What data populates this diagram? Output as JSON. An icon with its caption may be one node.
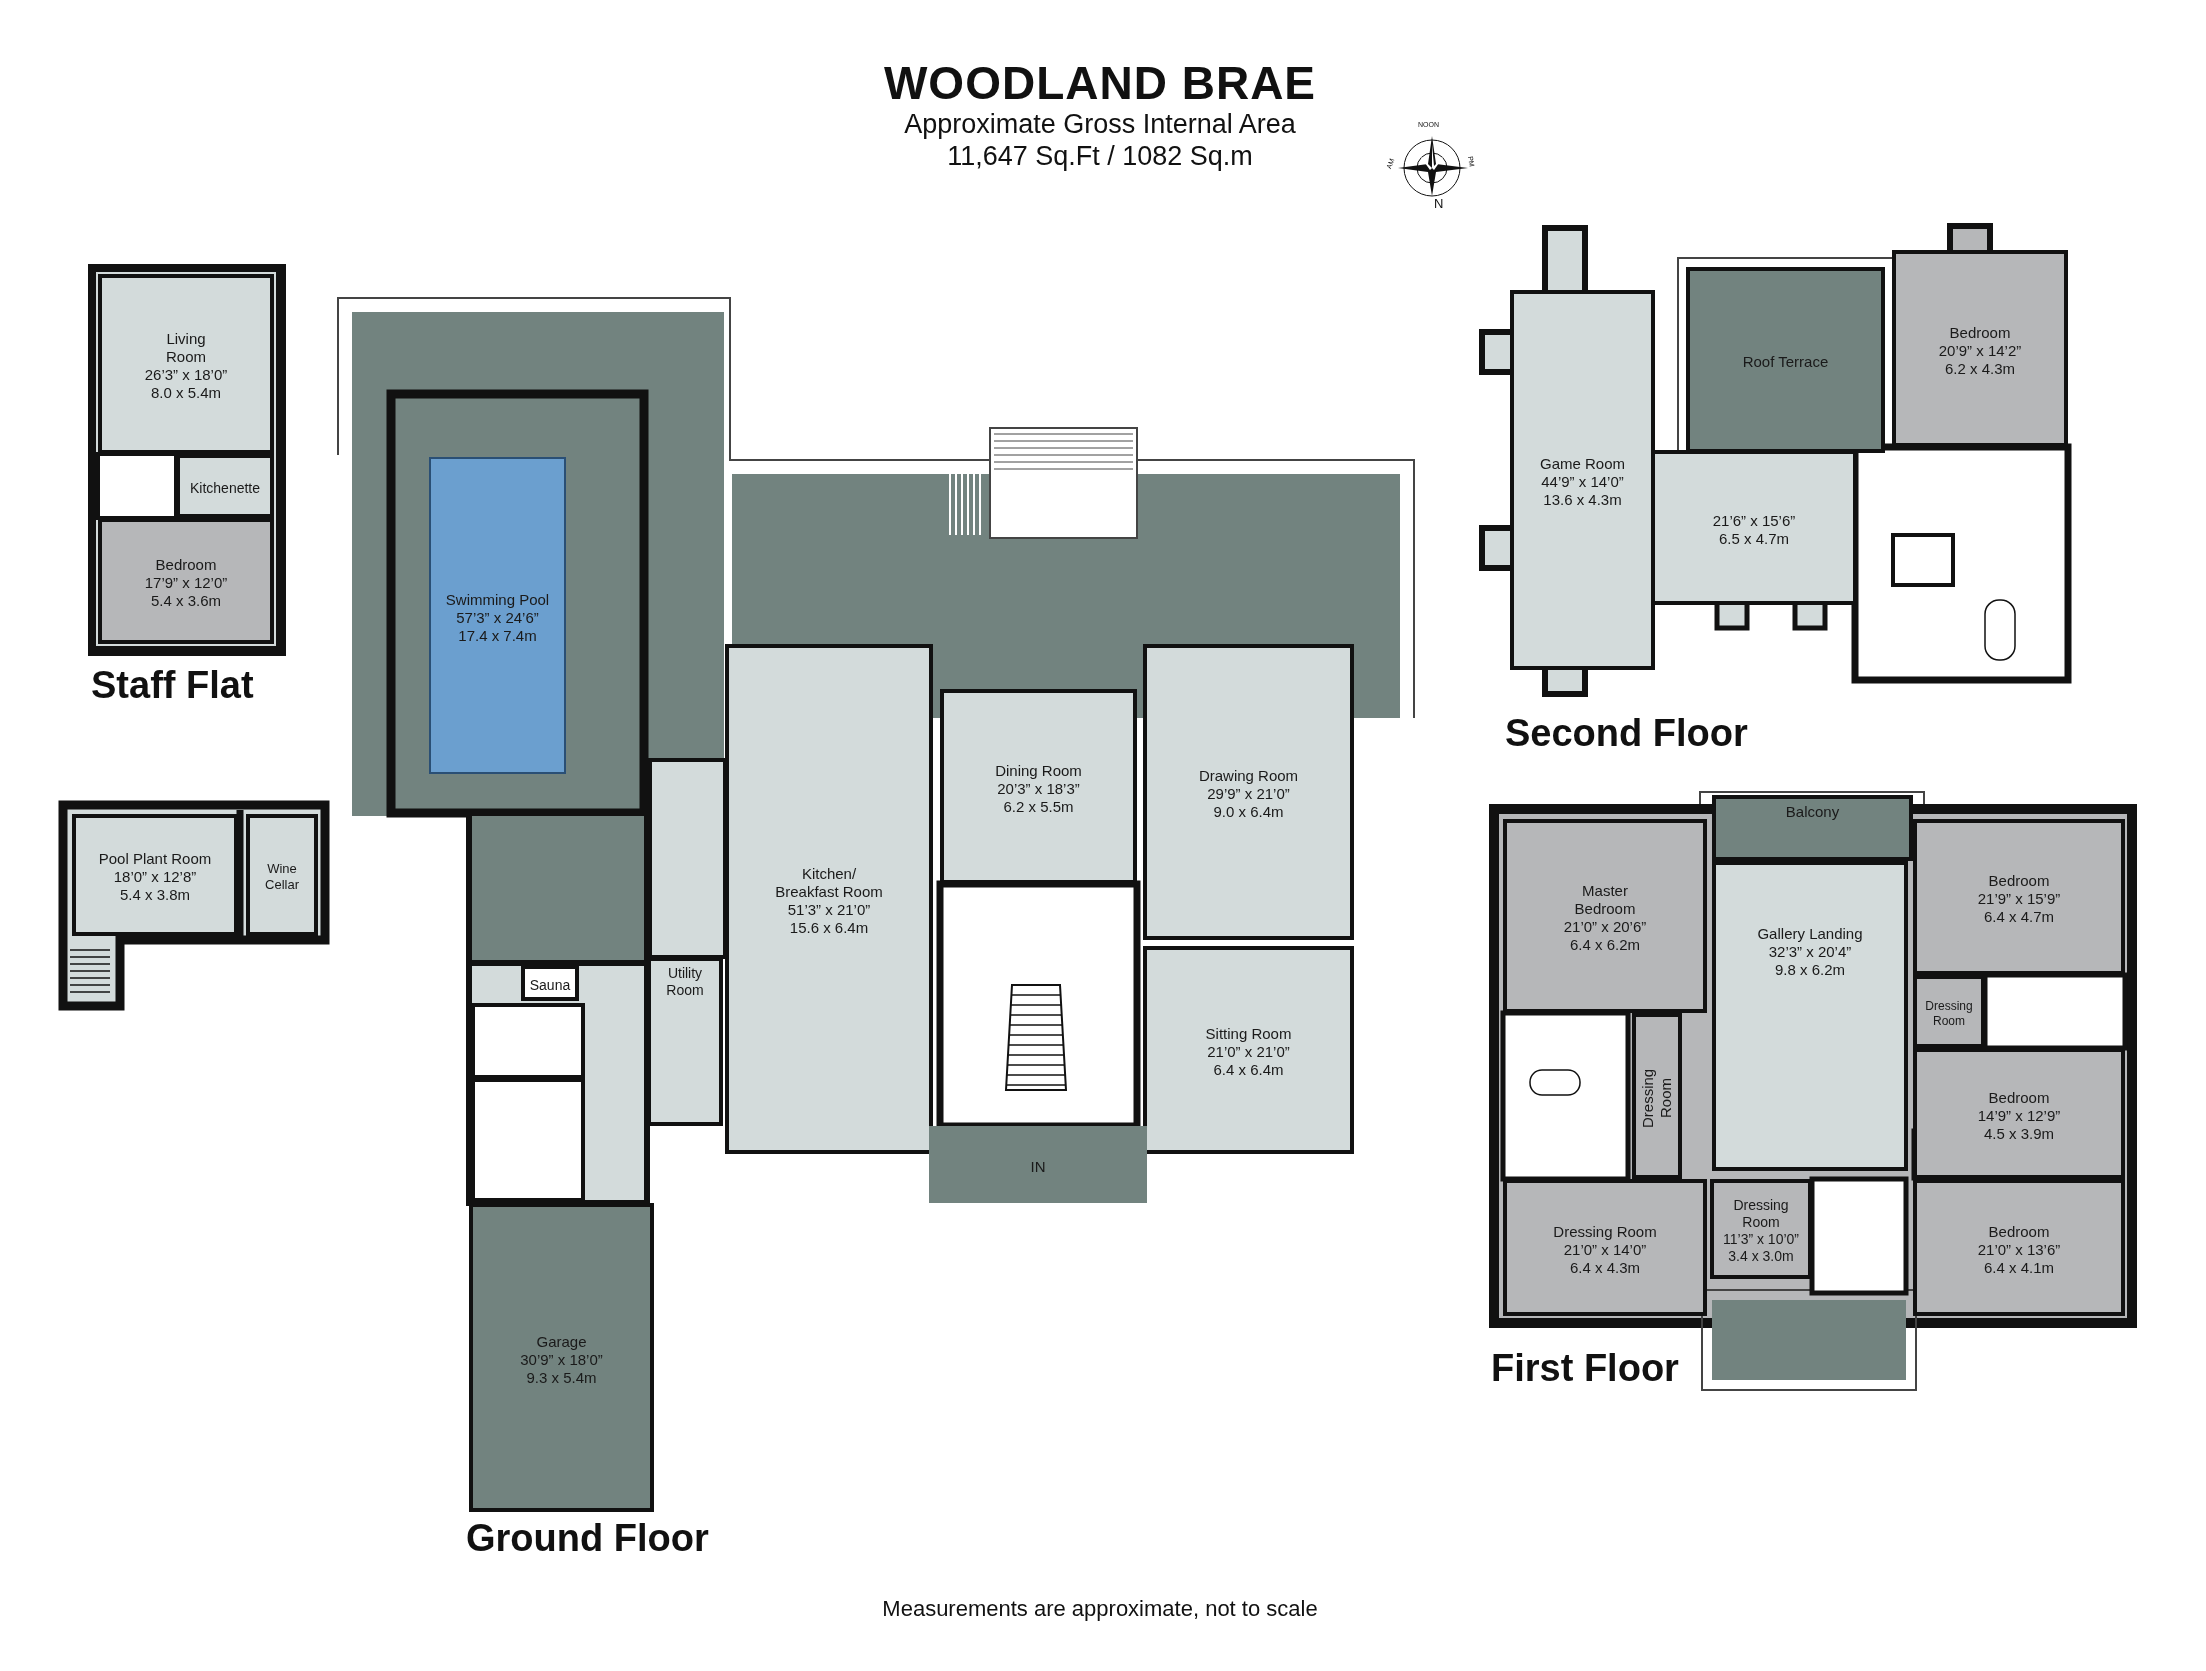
{
  "diagram": {
    "title": "WOODLAND BRAE",
    "caption": "Measurements are approximate, not to scale",
    "nodes": [
      {
        "text": [
          "Staff Flat"
        ]
      },
      {
        "text": [
          "Living Room",
          "26’3” x 18’0”",
          "8.0 x 5.4m"
        ],
        "in": 0
      },
      {
        "text": [
          "Kitchenette"
        ],
        "in": 0
      },
      {
        "text": [
          "Bedroom",
          "17’9” x 12’0”",
          "5.4 x 3.6m"
        ],
        "in": 0
      },
      {
        "text": [
          "Pool Plant Room",
          "18’0” x 12’8”",
          "5.4 x 3.8m"
        ]
      },
      {
        "text": [
          "Wine Cellar"
        ]
      },
      {
        "text": [
          "Ground Floor"
        ]
      },
      {
        "text": [
          "Swimming Pool",
          "57’3” x 24’6”",
          "17.4 x 7.4m"
        ],
        "in": 6
      },
      {
        "text": [
          "Kitchen/ Breakfast Room",
          "51’3” x 21’0”",
          "15.6 x 6.4m"
        ],
        "in": 6
      },
      {
        "text": [
          "Dining Room",
          "20’3” x 18’3”",
          "6.2 x 5.5m"
        ],
        "in": 6
      },
      {
        "text": [
          "Drawing Room",
          "29’9” x 21’0”",
          "9.0 x 6.4m"
        ],
        "in": 6
      },
      {
        "text": [
          "Sauna"
        ],
        "in": 6
      },
      {
        "text": [
          "Utility Room"
        ],
        "in": 6
      },
      {
        "text": [
          "Sitting Room",
          "21’0” x 21’0”",
          "6.4 x 6.4m"
        ],
        "in": 6
      },
      {
        "text": [
          "IN"
        ],
        "in": 6
      },
      {
        "text": [
          "Garage",
          "30’9” x 18’0”",
          "9.3 x 5.4m"
        ],
        "in": 6
      },
      {
        "text": [
          "Second Floor"
        ]
      },
      {
        "text": [
          "Game Room",
          "44’9” x 14’0”",
          "13.6 x 4.3m"
        ],
        "in": 16
      },
      {
        "text": [
          "Roof Terrace"
        ],
        "in": 16
      },
      {
        "text": [
          "Bedroom",
          "20’9” x 14’2”",
          "6.2 x 4.3m"
        ],
        "in": 16
      },
      {
        "text": [
          "21’6” x 15’6”",
          "6.5 x 4.7m"
        ],
        "in": 16
      },
      {
        "text": [
          "First Floor"
        ]
      },
      {
        "text": [
          "Balcony"
        ],
        "in": 21
      },
      {
        "text": [
          "Master Bedroom",
          "21’0” x 20’6”",
          "6.4 x 6.2m"
        ],
        "in": 21
      },
      {
        "text": [
          "Gallery Landing",
          "32’3” x 20’4”",
          "9.8 x 6.2m"
        ],
        "in": 21
      },
      {
        "text": [
          "Bedroom",
          "21’9” x 15’9”",
          "6.4 x 4.7m"
        ],
        "in": 21
      },
      {
        "text": [
          "Dressing Room"
        ],
        "in": 21
      },
      {
        "text": [
          "Dressing Room"
        ],
        "in": 21
      },
      {
        "text": [
          "Bedroom",
          "14’9” x 12’9”",
          "4.5 x 3.9m"
        ],
        "in": 21
      },
      {
        "text": [
          "Dressing Room",
          "21’0” x 14’0”",
          "6.4 x 4.3m"
        ],
        "in": 21
      },
      {
        "text": [
          "Dressing Room",
          "11’3” x 10’0”",
          "3.4 x 3.0m"
        ],
        "in": 21
      },
      {
        "text": [
          "Bedroom",
          "21’0” x 13’6”",
          "6.4 x 4.1m"
        ],
        "in": 21
      }
    ],
    "labels": [
      "Approximate Gross Internal Area",
      "11,647 Sq.Ft / 1082 Sq.m",
      "NOON",
      "AM",
      "PM",
      "N"
    ]
  }
}
